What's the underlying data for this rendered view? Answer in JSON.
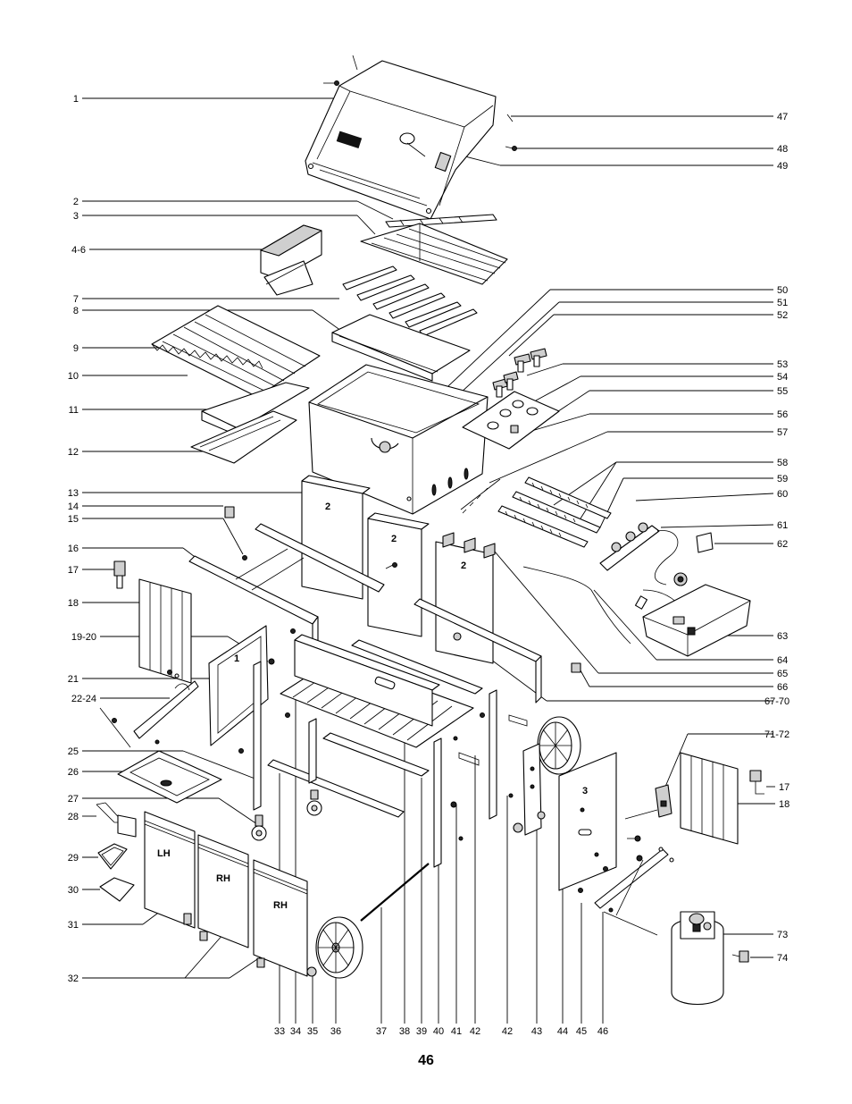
{
  "page_number": "46",
  "callouts_left": [
    "1",
    "2",
    "3",
    "4-6",
    "7",
    "8",
    "9",
    "10",
    "11",
    "12",
    "13",
    "14",
    "15",
    "16",
    "17",
    "18",
    "19-20",
    "21",
    "22-24",
    "25",
    "26",
    "27",
    "28",
    "29",
    "30",
    "31",
    "32"
  ],
  "callouts_right": [
    "47",
    "48",
    "49",
    "50",
    "51",
    "52",
    "53",
    "54",
    "55",
    "56",
    "57",
    "58",
    "59",
    "60",
    "61",
    "62",
    "63",
    "64",
    "65",
    "66",
    "67-70",
    "71-72",
    "17",
    "18",
    "73",
    "74"
  ],
  "callouts_bottom": [
    "33",
    "34",
    "35",
    "36",
    "37",
    "38",
    "39",
    "40",
    "41",
    "42",
    "42",
    "43",
    "44",
    "45",
    "46"
  ],
  "part_marks": {
    "panel_a": "2",
    "panel_b": "2",
    "panel_c": "2",
    "frame_side": "1",
    "door_panel": "3",
    "door_lh": "LH",
    "door_rh": "RH",
    "door_rh2": "RH"
  }
}
